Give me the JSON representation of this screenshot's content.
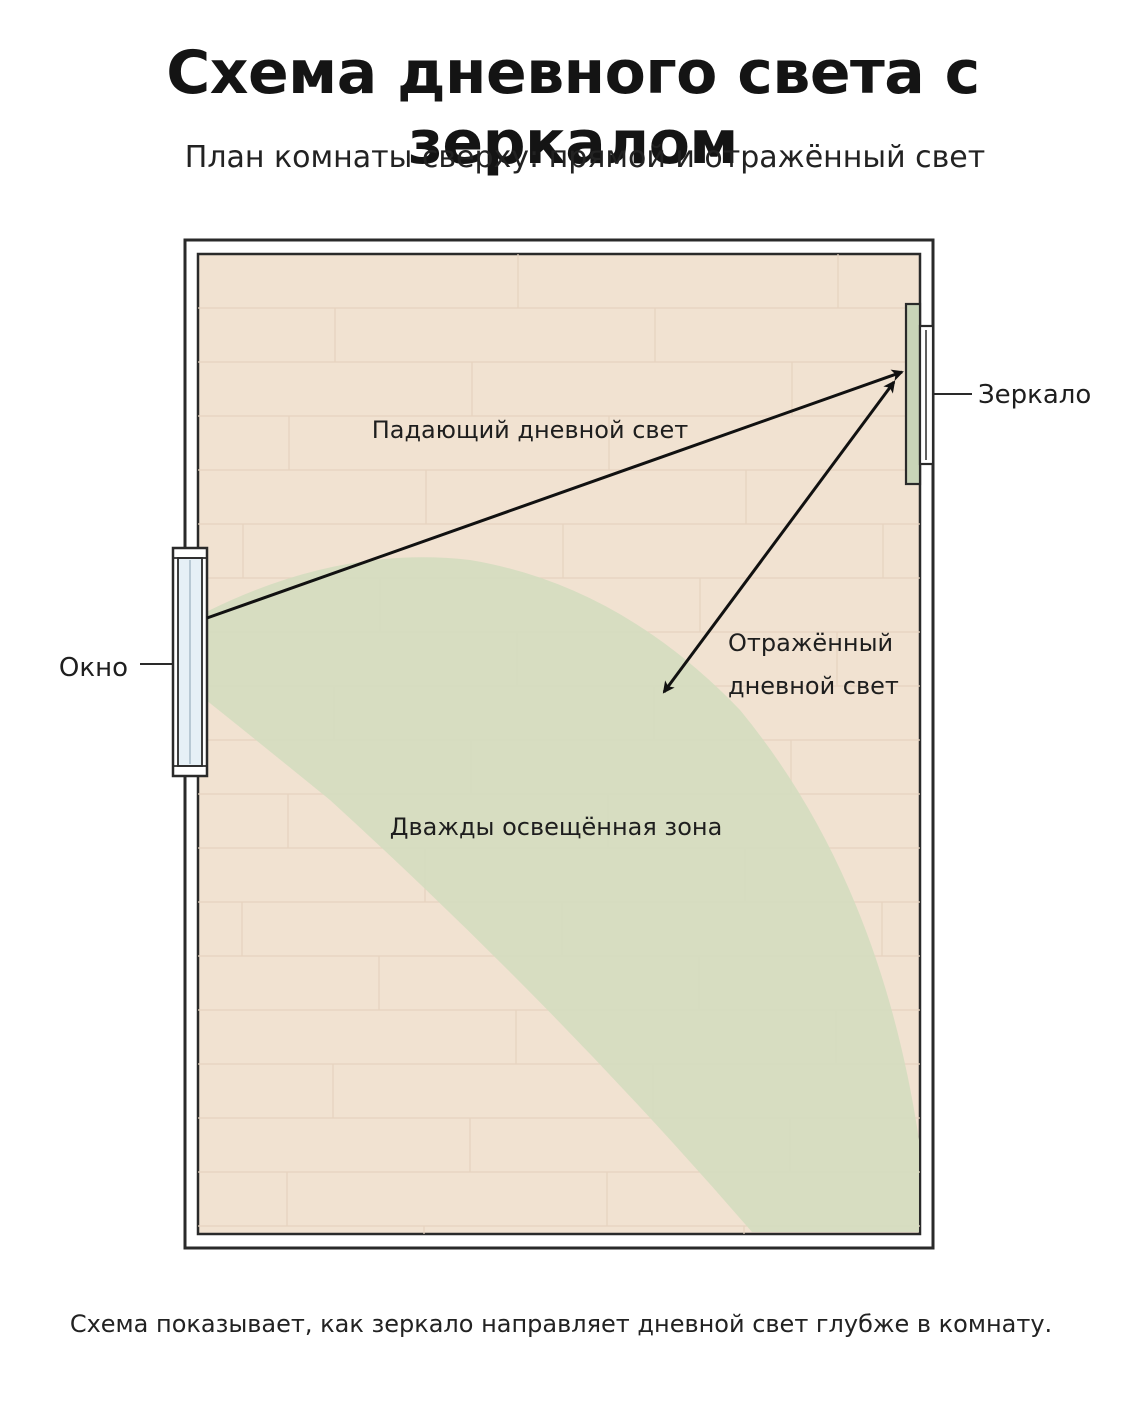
{
  "header": {
    "title": "Схема дневного света с зеркалом",
    "subtitle": "План комнаты сверху: прямой и отражённый свет"
  },
  "diagram": {
    "labels": {
      "window": "Окно",
      "mirror": "Зеркало",
      "incident_light": "Падающий дневной свет",
      "reflected_light_line1": "Отражённый",
      "reflected_light_line2": "дневной свет",
      "double_lit_zone": "Дважды освещённая зона"
    },
    "colors": {
      "floor": "#f1e2d1",
      "floor_seam": "#e6d3bf",
      "lit_zone": "#d5dcc0",
      "wall": "#2a2a2a",
      "mirror": "#c9d4b8",
      "window_glass": "#e6f0f6",
      "arrow": "#111111"
    }
  },
  "footer": {
    "caption": "Схема показывает, как зеркало направляет дневной свет глубже в комнату."
  }
}
